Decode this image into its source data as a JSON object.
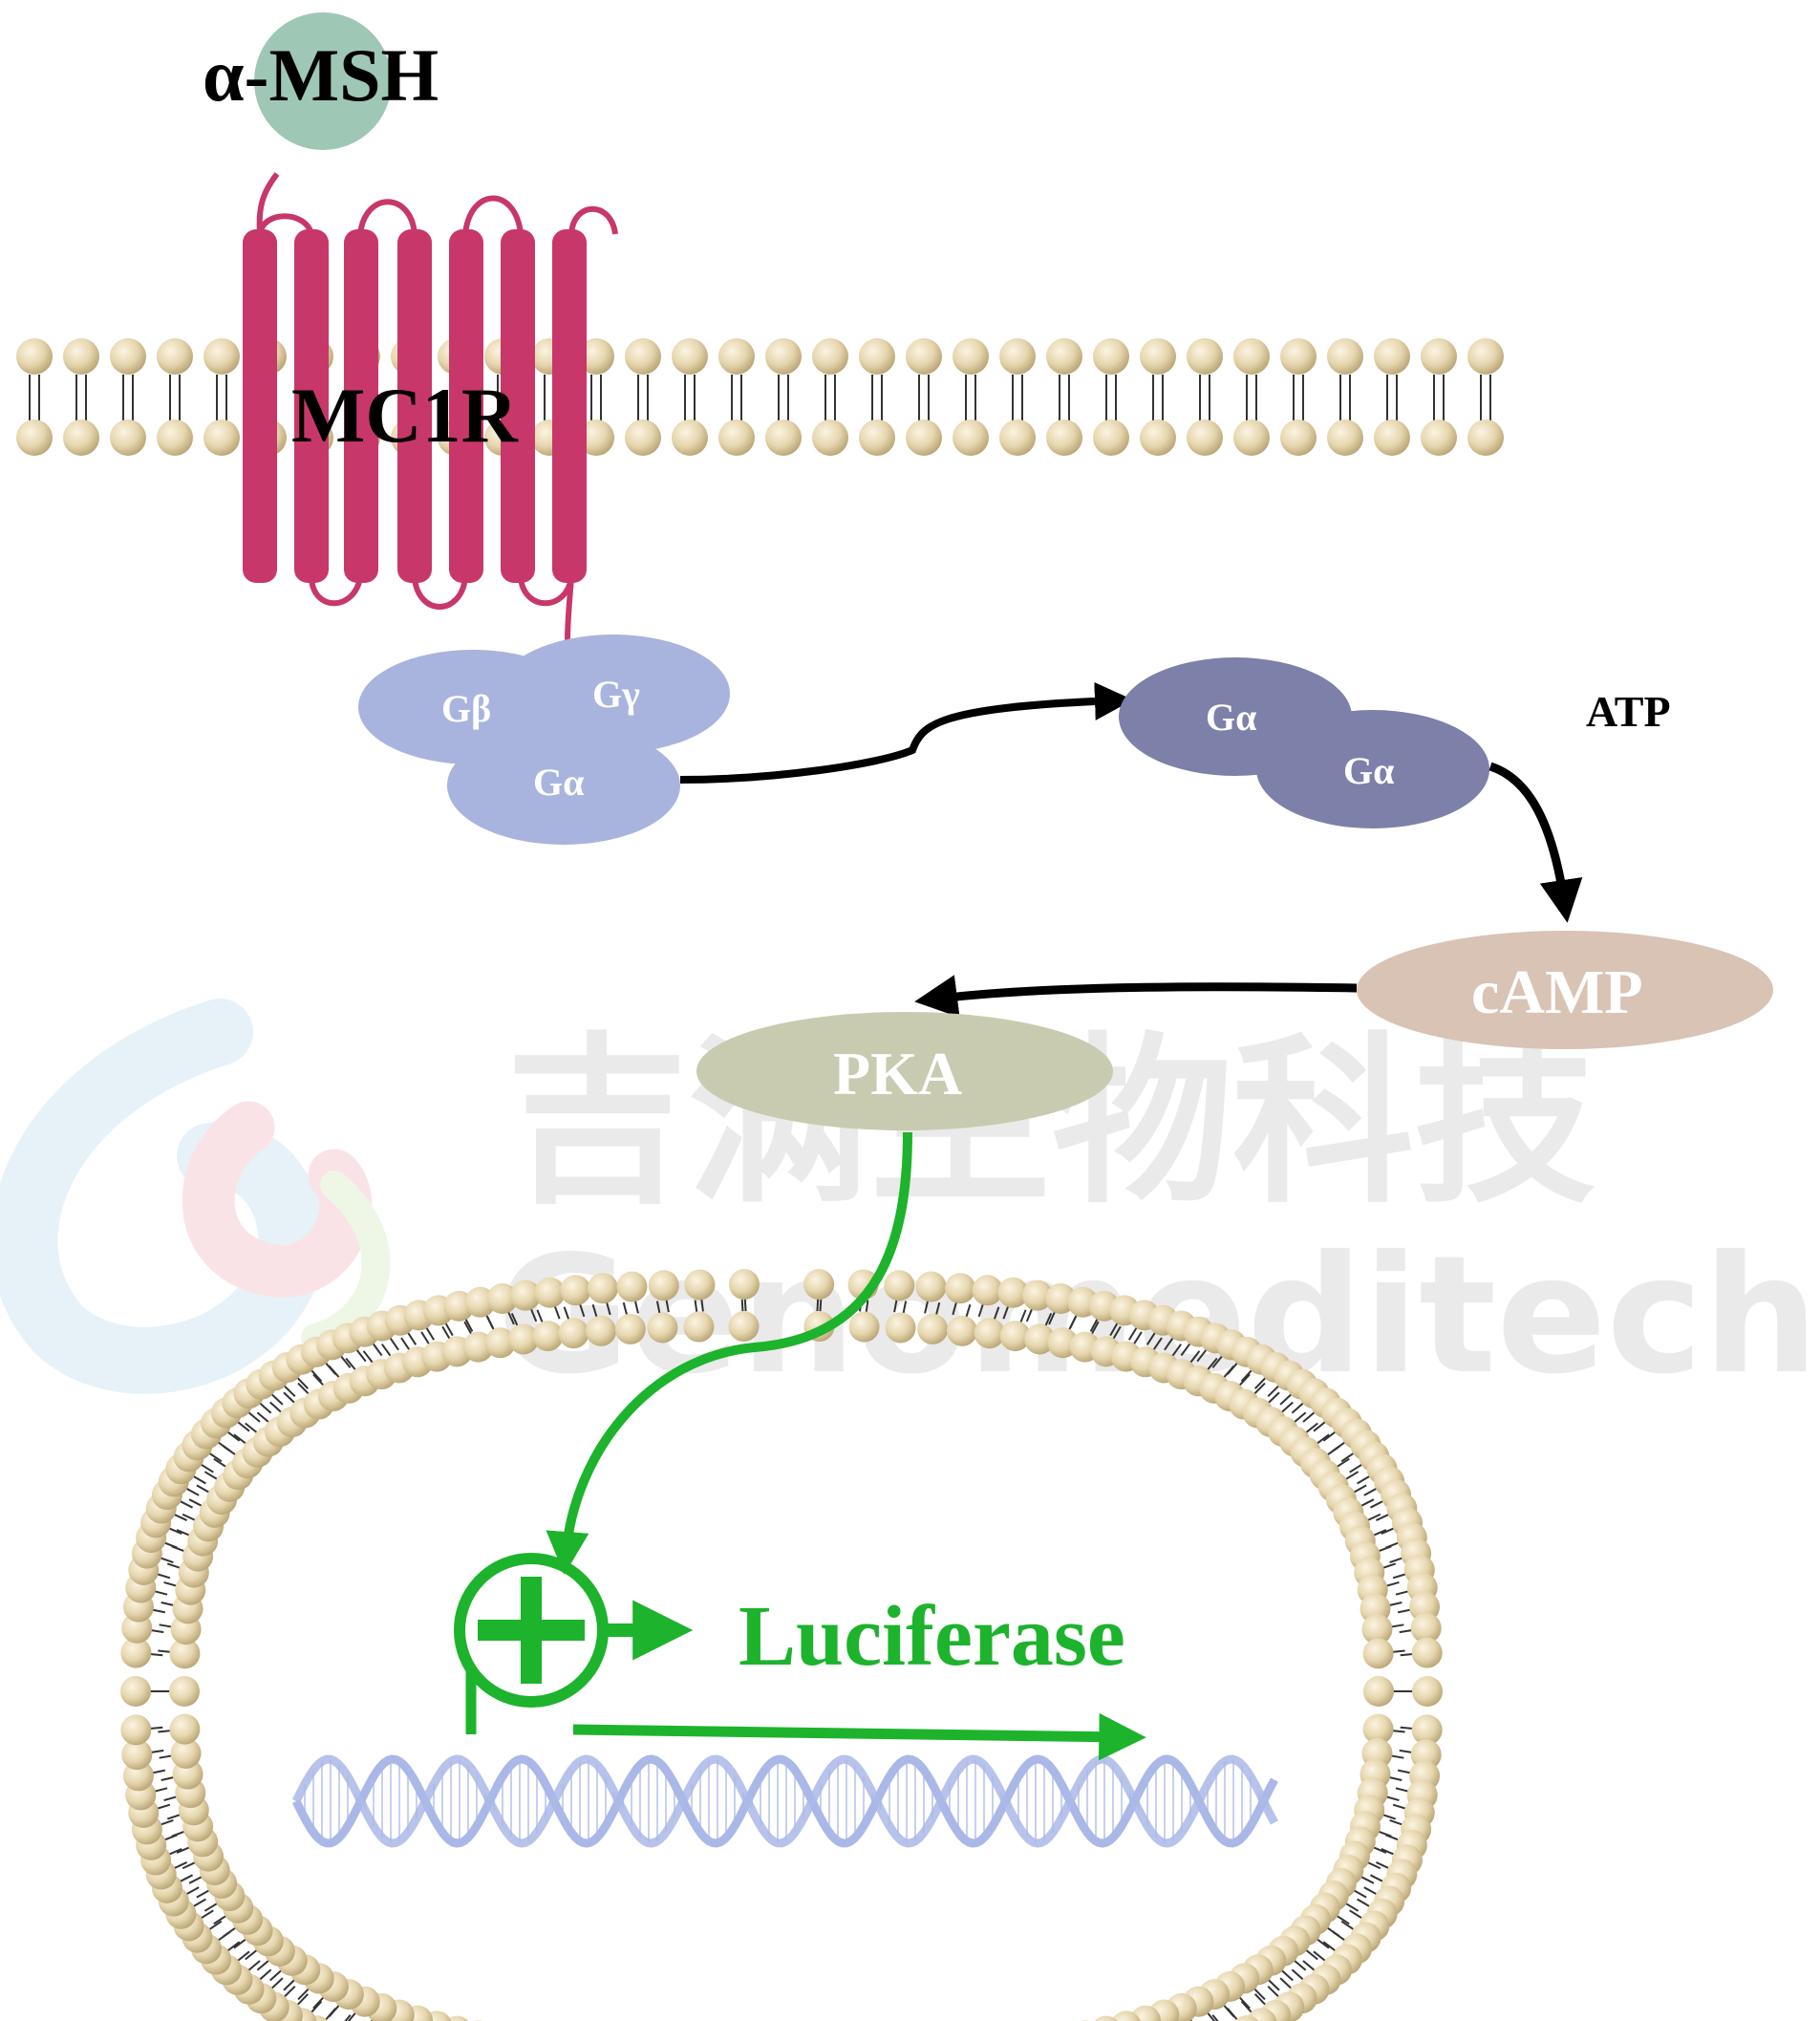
{
  "labels": {
    "ligand": "α-MSH",
    "receptor": "MC1R",
    "g_beta": "Gβ",
    "g_gamma": "Gγ",
    "g_alpha": "Gα",
    "g_alpha_active_1": "Gα",
    "g_alpha_active_2": "Gα",
    "atp": "ATP",
    "camp": "cAMP",
    "pka": "PKA",
    "reporter": "Luciferase"
  },
  "watermark": {
    "cn": "吉满生物科技",
    "en": "Genomeditech"
  },
  "colors": {
    "ligand": "#9fc7b5",
    "receptor": "#c8376a",
    "g_protein": "#a9b4de",
    "g_alpha_active": "#7d80a8",
    "camp": "#d9c3b4",
    "pka": "#c8cbb0",
    "signal_arrow": "#1db32c",
    "lipid_head": "#e5d6ad",
    "dna": "#aab8e8"
  }
}
